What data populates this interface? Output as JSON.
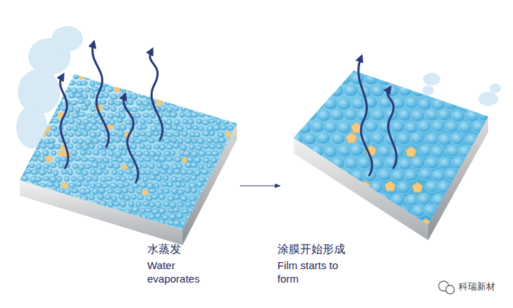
{
  "diagram": {
    "nodes": [
      {
        "text": [
          "水蒸发",
          "Water evaporates"
        ]
      },
      {
        "text": [
          "涂膜开始形成",
          "Film starts to form"
        ]
      }
    ],
    "edges": [
      {
        "from": 0,
        "to": 1,
        "arrow": "to"
      }
    ],
    "labels": [
      "科瑞新材"
    ]
  }
}
